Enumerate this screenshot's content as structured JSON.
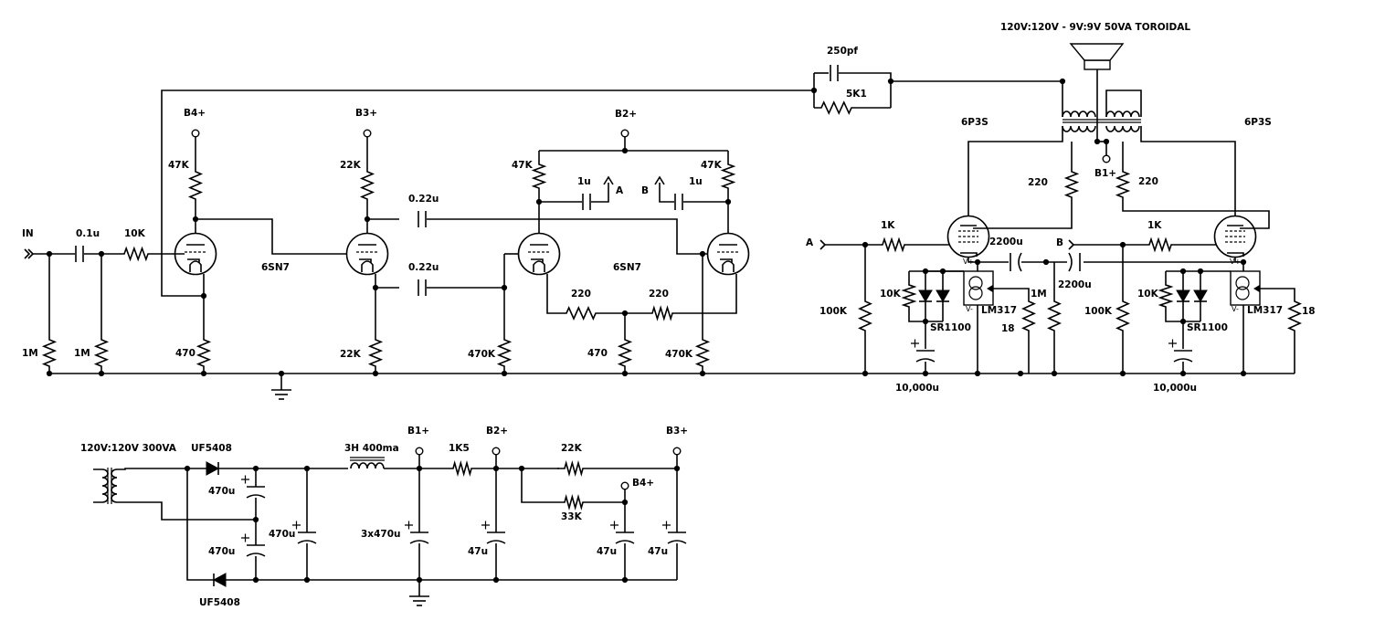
{
  "labels": {
    "in": "IN",
    "c_in": "0.1u",
    "r_in": "10K",
    "r_grid1": "1M",
    "r_grid2": "1M",
    "b4": "B4+",
    "r47k_1": "47K",
    "r470_1": "470",
    "tube_6sn7_1": "6SN7",
    "b3": "B3+",
    "r22k_top": "22K",
    "r22k_bot": "22K",
    "c022_top": "0.22u",
    "c022_bot": "0.22u",
    "b2": "B2+",
    "r47k_2": "47K",
    "r47k_3": "47K",
    "c1u_a": "1u",
    "c1u_b": "1u",
    "node_a_top": "A",
    "node_b_top": "B",
    "tube_6sn7_2": "6SN7",
    "r220_a": "220",
    "r220_b": "220",
    "r470k_1": "470K",
    "r470_2": "470",
    "r470k_2": "470K",
    "c250p": "250pf",
    "r5k1": "5K1",
    "transformer_out": "120V:120V - 9V:9V 50VA TOROIDAL",
    "tube_6p3s_1": "6P3S",
    "tube_6p3s_2": "6P3S",
    "b1_top": "B1+",
    "r220_c": "220",
    "r220_d": "220",
    "node_a_in": "A",
    "node_b_in": "B",
    "r1k_1": "1K",
    "r1k_2": "1K",
    "c2200_1": "2200u",
    "c2200_2": "2200u",
    "r100k_1": "100K",
    "r100k_2": "100K",
    "r10k_1": "10K",
    "r10k_2": "10K",
    "diode_sr_1": "SR1100",
    "diode_sr_2": "SR1100",
    "reg_1": "LM317",
    "reg_2": "LM317",
    "r1m_c": "1M",
    "r18_1": "18",
    "r18_2": "18",
    "c10000_1": "10,000u",
    "c10000_2": "10,000u",
    "vplus_1": "V+",
    "vminus_1": "V-",
    "vplus_2": "V+",
    "vminus_2": "V-",
    "transformer_ps": "120V:120V 300VA",
    "uf_top": "UF5408",
    "uf_bot": "UF5408",
    "c470_top": "470u",
    "c470_bot": "470u",
    "c470_mid": "470u",
    "choke": "3H 400ma",
    "b1_ps": "B1+",
    "c3x470": "3x470u",
    "r1k5": "1K5",
    "b2_ps": "B2+",
    "c47_1": "47u",
    "r22k_ps": "22K",
    "r33k_ps": "33K",
    "b4_ps": "B4+",
    "c47_2": "47u",
    "b3_ps": "B3+",
    "c47_3": "47u"
  }
}
